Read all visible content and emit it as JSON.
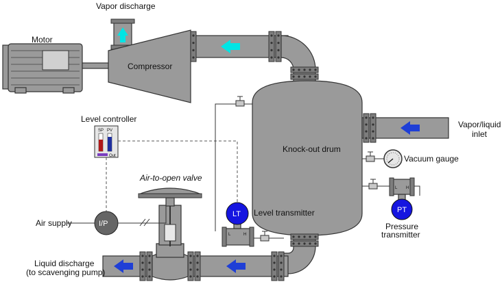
{
  "labels": {
    "vapor_discharge": "Vapor discharge",
    "motor": "Motor",
    "compressor": "Compressor",
    "knock_out_drum": "Knock-out drum",
    "vapor_liquid_inlet_line1": "Vapor/liquid",
    "vapor_liquid_inlet_line2": "inlet",
    "level_controller": "Level controller",
    "vacuum_gauge": "Vacuum gauge",
    "air_to_open_valve": "Air-to-open valve",
    "level_transmitter": "Level transmitter",
    "pressure_transmitter_line1": "Pressure",
    "pressure_transmitter_line2": "transmitter",
    "air_supply": "Air supply",
    "liquid_discharge_line1": "Liquid discharge",
    "liquid_discharge_line2": "(to scavenging pump)"
  },
  "instruments": {
    "ip_tag": "I/P",
    "lt_tag": "LT",
    "pt_tag": "PT",
    "controller_sp": "SP",
    "controller_pv": "PV",
    "controller_out": "Out",
    "transmitter_low": "L",
    "transmitter_high": "H"
  },
  "colors": {
    "equipment": "#9a9a9a",
    "arrow_vapor": "#00e5e5",
    "arrow_process": "#1f3fd6",
    "instrument_bubble": "#1515e0",
    "ip_bubble": "#666666"
  }
}
